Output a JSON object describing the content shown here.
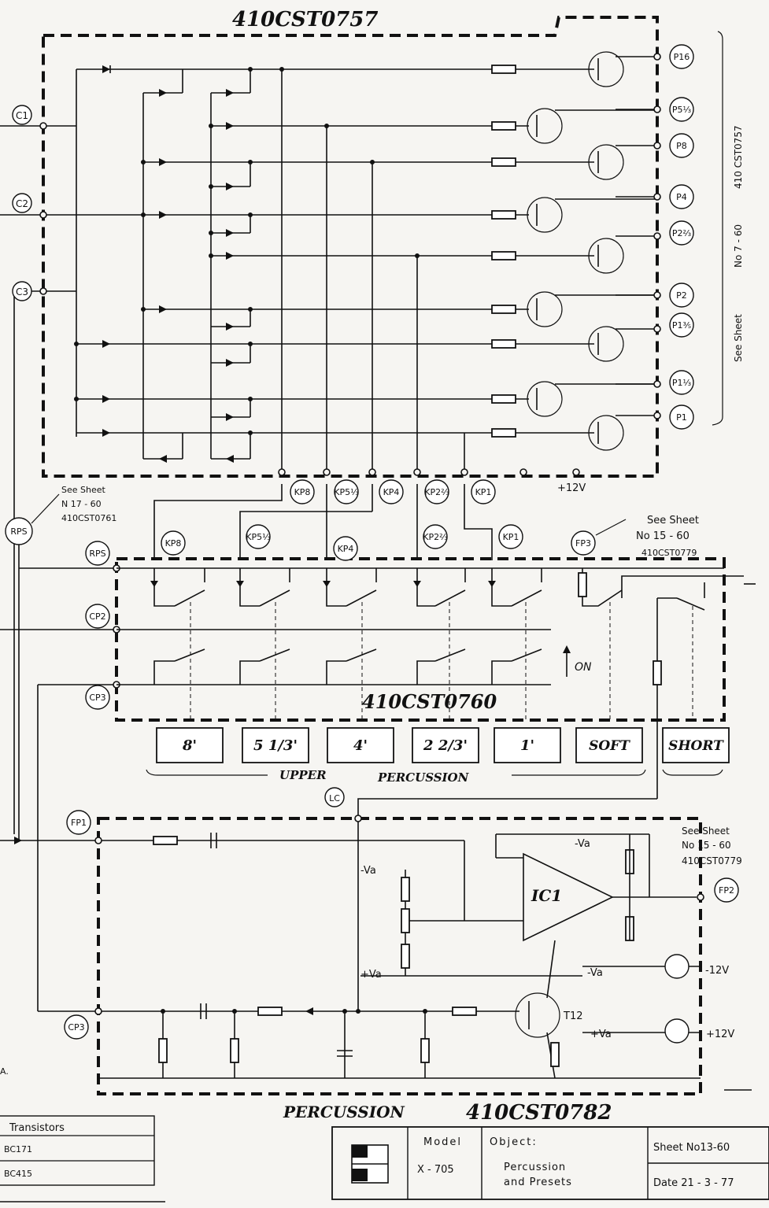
{
  "boards": {
    "main": "410CST0757",
    "switches": "410CST0760",
    "percussion_prefix": "PERCUSSION",
    "percussion": "410CST0782"
  },
  "inputs": {
    "c1": "C1",
    "c2": "C2",
    "c3": "C3"
  },
  "outputs": [
    "P16",
    "P5⅓",
    "P8",
    "P4",
    "P2⅔",
    "P2",
    "P1⅗",
    "P1⅓",
    "P1"
  ],
  "side_note": {
    "left_bracket": "See Sheet",
    "mid": "No 7 - 60",
    "right": "410 CST0757"
  },
  "keys": [
    "KP8",
    "KP5⅓",
    "KP4",
    "KP2⅔",
    "KP1"
  ],
  "supply": "+12V",
  "rps": "RPS",
  "rps_note": {
    "line1": "See Sheet",
    "line2": "N 17 - 60",
    "line3": "410CST0761"
  },
  "fp3_note": {
    "line1": "See Sheet",
    "line2": "No 15 - 60",
    "line3": "410CST0779"
  },
  "fp3": "FP3",
  "cp2": "CP2",
  "cp3": "CP3",
  "on_label": "ON",
  "tabs": {
    "t8": "8'",
    "t5": "5 1/3'",
    "t4": "4'",
    "t2": "2 2/3'",
    "t1": "1'",
    "soft": "SOFT",
    "short": "SHORT"
  },
  "upper_percussion": {
    "upper": "UPPER",
    "percussion": "PERCUSSION"
  },
  "lc": "LC",
  "fp1": "FP1",
  "fp2": "FP2",
  "ic": "IC1",
  "fp2_note": {
    "line1": "See Sheet",
    "line2": "No 15 - 60",
    "line3": "410CST0779"
  },
  "minus_va": "-Va",
  "plus_va": "+Va",
  "minus_12": "-12V",
  "plus_12": "+12V",
  "t12": "T12",
  "legend": {
    "header": "Transistors",
    "row1": "BC171",
    "row2": "BC415"
  },
  "title_block": {
    "model_label": "Model",
    "model_value": "X - 705",
    "object_label": "Object:",
    "object_value_1": "Percussion",
    "object_value_2": "and Presets",
    "sheet": "Sheet No13-60",
    "date": "Date 21 - 3 - 77"
  },
  "cut_text": "A."
}
